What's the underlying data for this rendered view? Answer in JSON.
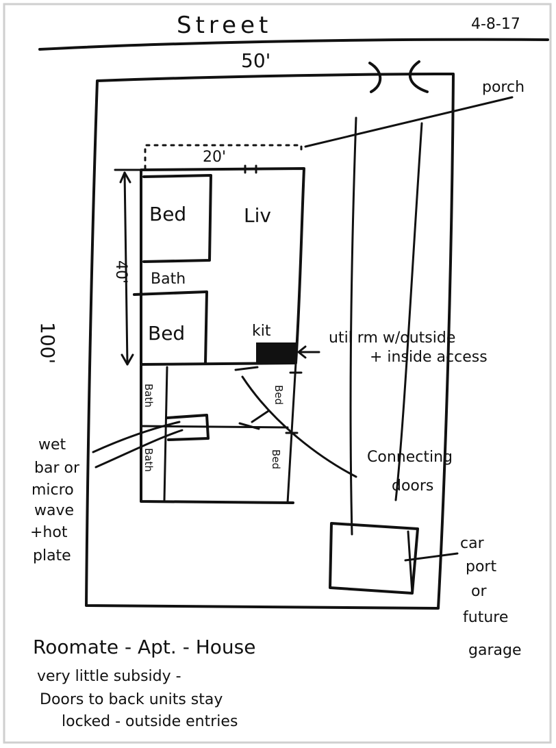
{
  "date": "4-8-17",
  "street": "Street",
  "lot_width": "50'",
  "lot_depth": "100'",
  "porch": "porch",
  "unit_width": "20'",
  "unit_depth": "40'",
  "rooms": {
    "bed_front": "Bed",
    "living": "Liv",
    "bath": "Bath",
    "bed_rear": "Bed",
    "kitchen": "kit",
    "bath_back_1": "Bath",
    "bath_back_2": "Bath",
    "room_right_1": "Bed",
    "room_right_2": "Bed"
  },
  "util_note": [
    "util rm w/outside",
    "+ inside access"
  ],
  "wet_bar_note": [
    "wet",
    "bar or",
    "micro",
    "wave",
    "+hot",
    "plate"
  ],
  "connecting_doors": [
    "Connecting",
    "doors"
  ],
  "carport_note": [
    "car",
    "port",
    "or",
    "future",
    "garage"
  ],
  "bottom_note": [
    "Roomate - Apt. - House",
    "very little subsidy -",
    "Doors to back units stay",
    "locked - outside entries"
  ]
}
